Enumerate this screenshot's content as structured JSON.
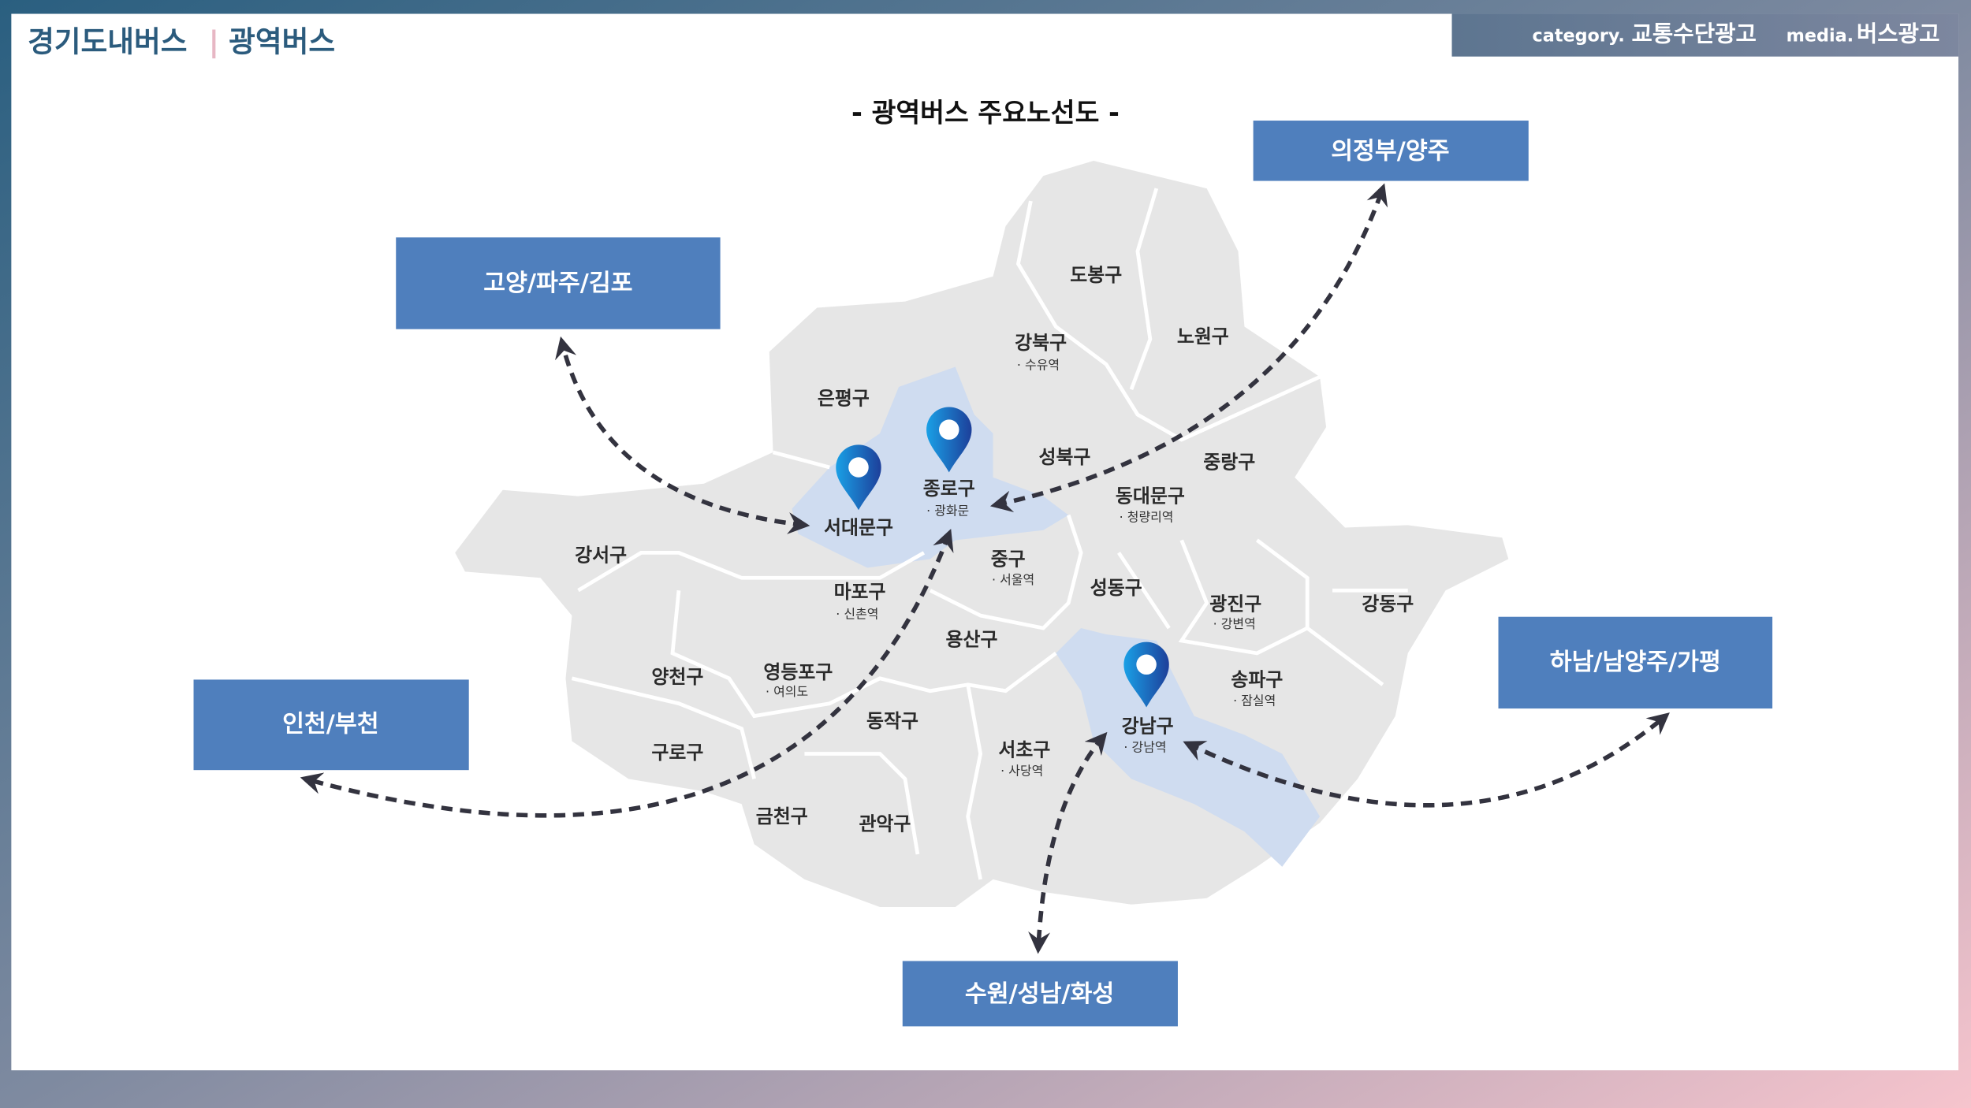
{
  "header": {
    "title_main": "경기도내버스",
    "title_sep": "|",
    "title_sub": "광역버스",
    "category_label": "category.",
    "category_value": "교통수단광고",
    "media_label": "media.",
    "media_value": "버스광고"
  },
  "map_title": "- 광역버스 주요노선도 -",
  "destinations": {
    "uijeongbu": "의정부/양주",
    "goyang": "고양/파주/김포",
    "incheon": "인천/부천",
    "hanam": "하남/남양주/가평",
    "suwon": "수원/성남/화성"
  },
  "districts": [
    {
      "name": "도봉구",
      "sub": ""
    },
    {
      "name": "강북구",
      "sub": "· 수유역"
    },
    {
      "name": "노원구",
      "sub": ""
    },
    {
      "name": "은평구",
      "sub": ""
    },
    {
      "name": "성북구",
      "sub": ""
    },
    {
      "name": "중랑구",
      "sub": ""
    },
    {
      "name": "종로구",
      "sub": "· 광화문"
    },
    {
      "name": "동대문구",
      "sub": "· 청량리역"
    },
    {
      "name": "서대문구",
      "sub": ""
    },
    {
      "name": "강서구",
      "sub": ""
    },
    {
      "name": "중구",
      "sub": "· 서울역"
    },
    {
      "name": "성동구",
      "sub": ""
    },
    {
      "name": "마포구",
      "sub": "· 신촌역"
    },
    {
      "name": "광진구",
      "sub": "· 강변역"
    },
    {
      "name": "강동구",
      "sub": ""
    },
    {
      "name": "용산구",
      "sub": ""
    },
    {
      "name": "양천구",
      "sub": ""
    },
    {
      "name": "영등포구",
      "sub": "· 여의도"
    },
    {
      "name": "송파구",
      "sub": "· 잠실역"
    },
    {
      "name": "동작구",
      "sub": ""
    },
    {
      "name": "강남구",
      "sub": "· 강남역"
    },
    {
      "name": "구로구",
      "sub": ""
    },
    {
      "name": "서초구",
      "sub": "· 사당역"
    },
    {
      "name": "금천구",
      "sub": ""
    },
    {
      "name": "관악구",
      "sub": ""
    }
  ],
  "colors": {
    "box": "#4f7fbd",
    "highlight": "#cfdcf0",
    "map": "#e6e6e6",
    "header_box": "#6b7f98",
    "title": "#2b5b7d"
  }
}
